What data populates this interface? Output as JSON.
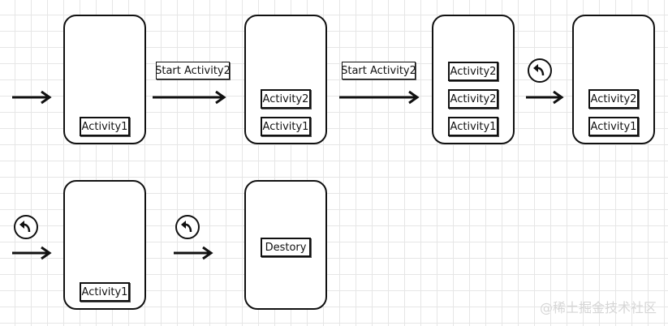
{
  "labels": {
    "start_activity2_a": "Start Activity2",
    "start_activity2_b": "Start Activity2"
  },
  "stacks": {
    "s1": [
      "Activity1"
    ],
    "s2": [
      "Activity2",
      "Activity1"
    ],
    "s3": [
      "Activity2",
      "Activity2",
      "Activity1"
    ],
    "s4": [
      "Activity2",
      "Activity1"
    ],
    "s5": [
      "Activity1"
    ],
    "s6": [
      "Destory"
    ]
  },
  "watermark": "@稀土掘金技术社区",
  "icons": {
    "back": "back-arrow-icon",
    "arrow": "right-arrow-icon"
  },
  "colors": {
    "stroke": "#111111",
    "grid": "#e6e6e6",
    "background": "#ffffff"
  }
}
